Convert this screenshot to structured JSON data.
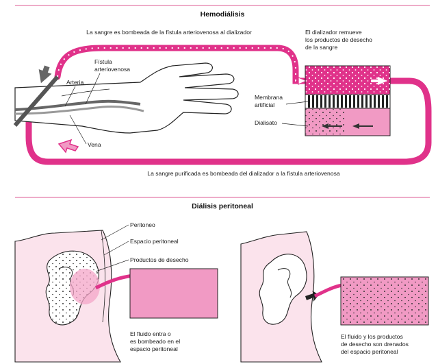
{
  "colors": {
    "accent": "#e0328a",
    "accent_light": "#f19ac4",
    "skin": "#fbe3ec",
    "rule": "#e47aa9"
  },
  "hemodialysis": {
    "title": "Hemodiálisis",
    "top_caption": "La sangre es bombeada de la fístula arteriovenosa al dializador",
    "dialyzer_note": [
      "El dializador remueve",
      "los productos de desecho",
      "de la sangre"
    ],
    "label_fistula": [
      "Fístula",
      "arteriovenosa"
    ],
    "label_arteria": "Arteria",
    "label_vena": "Vena",
    "label_membrana": [
      "Membrana",
      "artificial"
    ],
    "label_dialisato": "Dialisato",
    "bottom_caption": "La sangre purificada es bombeada del dializador a la fístula arteriovenosa"
  },
  "peritoneal": {
    "title": "Diálisis peritoneal",
    "label_peritoneo": "Peritoneo",
    "label_espacio": "Espacio peritoneal",
    "label_productos": "Productos de desecho",
    "caption_left": [
      "El fluido entra o",
      "es bombeado en el",
      "espacio peritoneal"
    ],
    "caption_right": [
      "El fluido y los productos",
      "de desecho son drenados",
      "del espacio peritoneal"
    ]
  }
}
